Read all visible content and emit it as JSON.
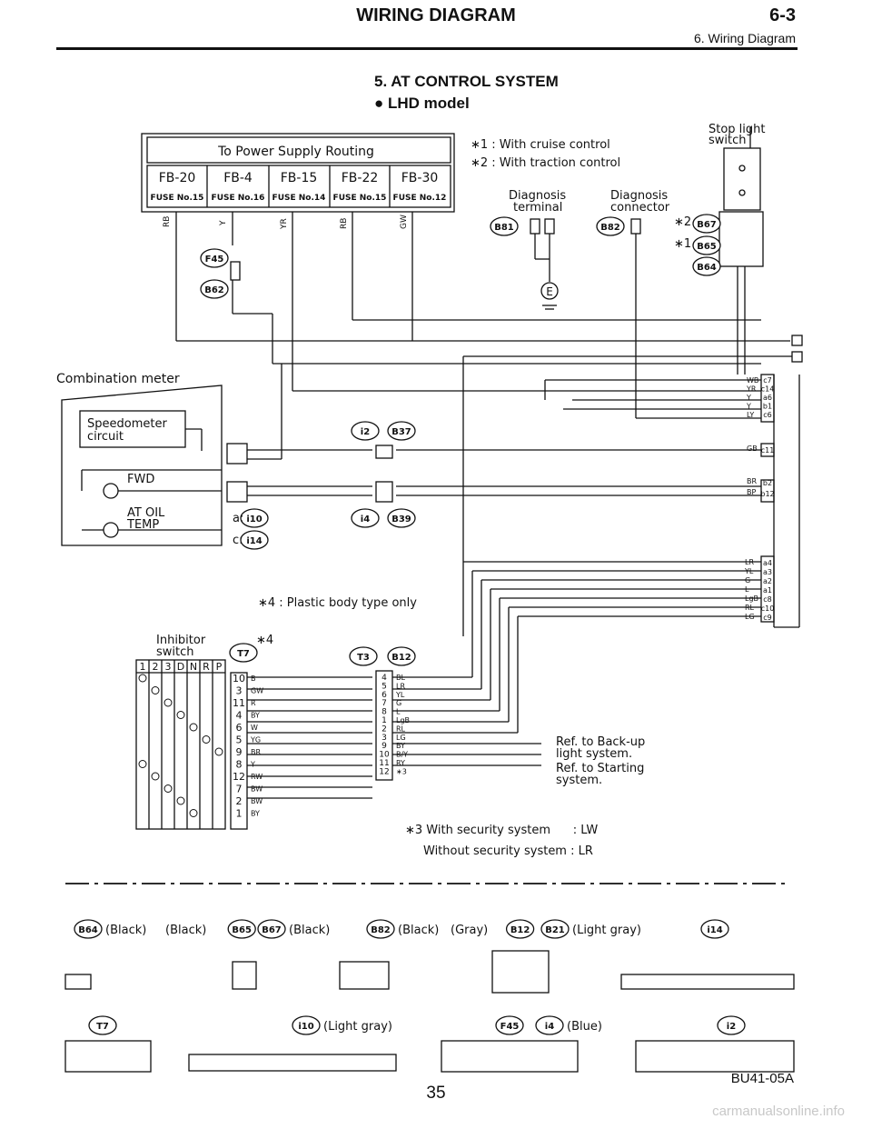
{
  "header": {
    "title": "WIRING DIAGRAM",
    "section_number": "6-3",
    "subtitle": "6. Wiring Diagram"
  },
  "section": {
    "title": "5. AT CONTROL SYSTEM",
    "model": "● LHD model"
  },
  "power_supply": {
    "title": "To Power Supply Routing",
    "fuses": [
      {
        "id": "FB-20",
        "fuse": "FUSE No.15"
      },
      {
        "id": "FB-4",
        "fuse": "FUSE No.16"
      },
      {
        "id": "FB-15",
        "fuse": "FUSE No.14"
      },
      {
        "id": "FB-22",
        "fuse": "FUSE No.15"
      },
      {
        "id": "FB-30",
        "fuse": "FUSE No.12"
      }
    ],
    "wires": [
      "RB",
      "Y",
      "YR",
      "RB",
      "GW"
    ]
  },
  "notes": {
    "n1": "∗1 : With cruise control",
    "n2": "∗2 : With traction control",
    "n4": "∗4 : Plastic body type only",
    "n3a": "∗3 With security system      : LW",
    "n3b": "Without security system : LR"
  },
  "labels": {
    "stop_light_1": "Stop light",
    "stop_light_2": "switch",
    "diag_terminal_1": "Diagnosis",
    "diag_terminal_2": "terminal",
    "diag_connector_1": "Diagnosis",
    "diag_connector_2": "connector",
    "combination_meter": "Combination meter",
    "speedometer_1": "Speedometer",
    "speedometer_2": "circuit",
    "fwd": "FWD",
    "at_oil_1": "AT OIL",
    "at_oil_2": "TEMP",
    "a_conn": "a:",
    "c_conn": "c:",
    "inhibitor_1": "Inhibitor",
    "inhibitor_2": "switch",
    "star4": "∗4",
    "ref_backup_1": "Ref. to Back-up",
    "ref_backup_2": "light system.",
    "ref_start_1": "Ref. to Starting",
    "ref_start_2": "system.",
    "star2": "∗2",
    "star1": "∗1",
    "ground": "E"
  },
  "connectors": {
    "F45": "F45",
    "B62": "B62",
    "B81": "B81",
    "B82": "B82",
    "B67": "B67",
    "B65": "B65",
    "B64": "B64",
    "i2": "i2",
    "B37": "B37",
    "i4": "i4",
    "B39": "B39",
    "i10": "i10",
    "i14": "i14",
    "T7": "T7",
    "T3": "T3",
    "B12": "B12",
    "B21": "B21"
  },
  "inhibitor": {
    "header": [
      "1",
      "2",
      "3",
      "D",
      "N",
      "R",
      "P"
    ],
    "pins": [
      "10",
      "3",
      "11",
      "4",
      "6",
      "5",
      "9",
      "8",
      "12",
      "7",
      "2",
      "1"
    ],
    "wires": [
      "B",
      "GW",
      "R",
      "BY",
      "W",
      "YG",
      "BR",
      "Y",
      "RW",
      "BW",
      "BW",
      "BY"
    ]
  },
  "tcm_pins": {
    "T3_pins": [
      "4",
      "5",
      "6",
      "7",
      "8",
      "1",
      "2",
      "3",
      "9",
      "10",
      "11",
      "12"
    ],
    "T3_wires": [
      "BL",
      "LR",
      "YL",
      "G",
      "L",
      "LgB",
      "RL",
      "LG",
      "BY",
      "B/Y",
      "RY",
      "∗3"
    ],
    "right_upper_pins": [
      "c7",
      "c14",
      "a6",
      "b1",
      "c6"
    ],
    "right_upper_wires": [
      "WB",
      "YR",
      "Y",
      "Y",
      "LY"
    ],
    "right_mid": [
      {
        "pin": "c11",
        "wire": "GB"
      },
      {
        "pin": "b2",
        "wire": "BR"
      },
      {
        "pin": "b12",
        "wire": "BP"
      }
    ],
    "right_lower_pins": [
      "a4",
      "a3",
      "a2",
      "a1",
      "c8",
      "c10",
      "c9"
    ],
    "right_lower_wires": [
      "LR",
      "YL",
      "G",
      "L",
      "LgB",
      "RL",
      "LG"
    ]
  },
  "legend": {
    "items": [
      {
        "conn": "B64",
        "text": "(Black)"
      },
      {
        "pre": "(Black)",
        "conn": "B65"
      },
      {
        "conn": "B67",
        "text": "(Black)"
      },
      {
        "conn": "B82",
        "text": "(Black)"
      },
      {
        "pre": "(Gray)",
        "conn": "B12"
      },
      {
        "conn": "B21",
        "text": "(Light gray)"
      },
      {
        "conn": "i14"
      },
      {
        "conn": "T7"
      },
      {
        "conn": "i10",
        "text": "(Light gray)"
      },
      {
        "conn": "F45"
      },
      {
        "conn": "i4",
        "text": "(Blue)"
      },
      {
        "conn": "i2"
      }
    ]
  },
  "footer": {
    "page": "35",
    "code": "BU41-05A",
    "watermark": "carmanualsonline.info"
  }
}
